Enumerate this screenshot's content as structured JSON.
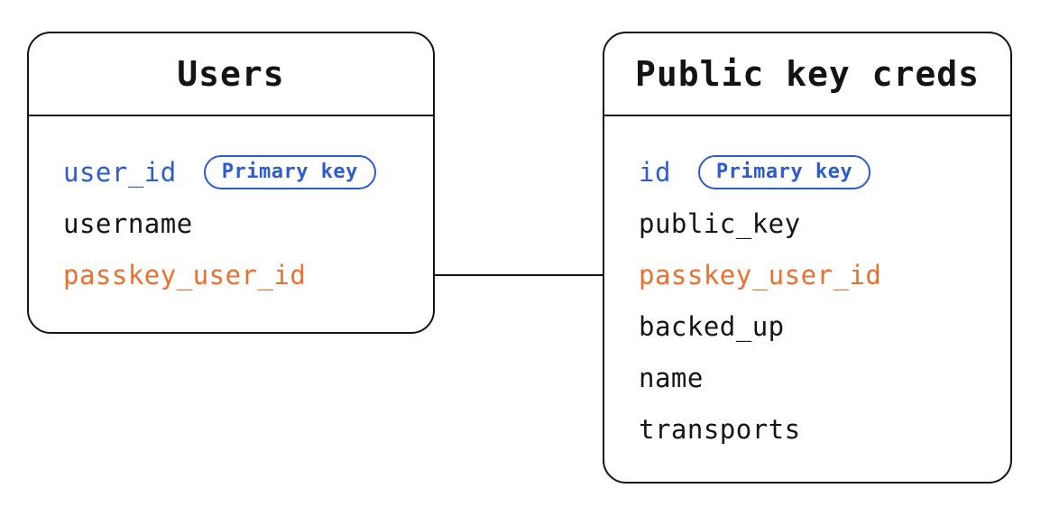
{
  "colors": {
    "line": "#141414",
    "text": "#141414",
    "blue": "#2d5bd1",
    "orange": "#ed6f2e",
    "background": "#ffffff"
  },
  "entities": [
    {
      "title": "Users",
      "fields": [
        {
          "name": "user_id",
          "color": "blue",
          "badge": "Primary key"
        },
        {
          "name": "username",
          "color": "text"
        },
        {
          "name": "passkey_user_id",
          "color": "orange"
        }
      ]
    },
    {
      "title": "Public key creds",
      "fields": [
        {
          "name": "id",
          "color": "blue",
          "badge": "Primary key"
        },
        {
          "name": "public_key",
          "color": "text"
        },
        {
          "name": "passkey_user_id",
          "color": "orange"
        },
        {
          "name": "backed_up",
          "color": "text"
        },
        {
          "name": "name",
          "color": "text"
        },
        {
          "name": "transports",
          "color": "text"
        }
      ]
    }
  ],
  "relationship": {
    "from": "Users.passkey_user_id",
    "to": "Public key creds.passkey_user_id"
  }
}
